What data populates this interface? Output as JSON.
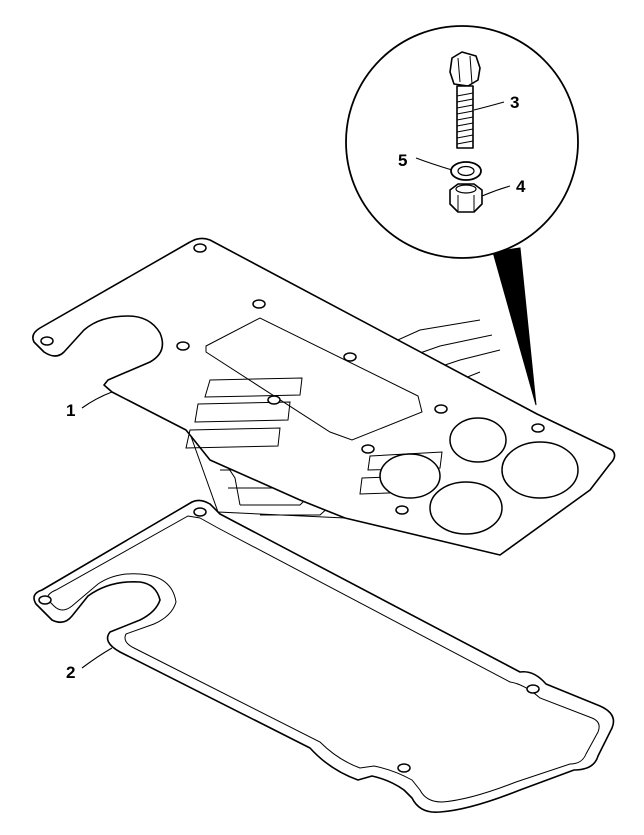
{
  "callouts": {
    "plate": "1",
    "gasket": "2",
    "bolt": "3",
    "nut": "4",
    "washer": "5"
  },
  "colors": {
    "line": "#000000",
    "hidden_line": "#999999",
    "background": "#ffffff"
  }
}
